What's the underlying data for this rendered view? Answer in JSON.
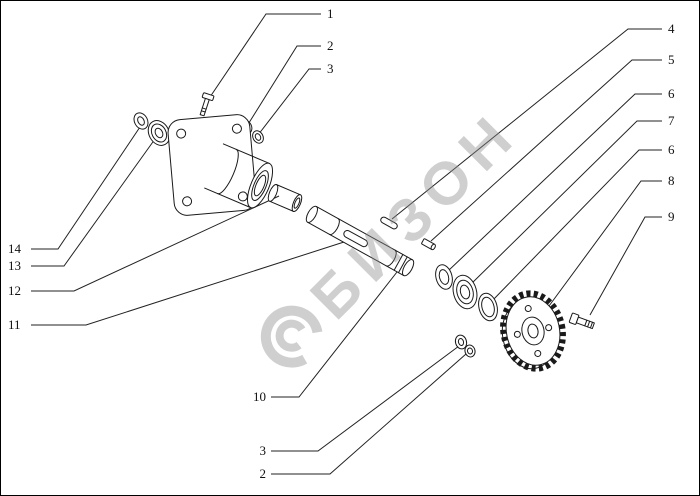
{
  "watermark": {
    "text": "БИЗОН",
    "color": "#8e8e8e"
  },
  "callouts": {
    "top": [
      "1",
      "2",
      "3"
    ],
    "right": [
      "4",
      "5",
      "6",
      "7",
      "6",
      "8",
      "9"
    ],
    "left": [
      "14",
      "13",
      "12",
      "11"
    ],
    "bottom": [
      "10",
      "3",
      "2"
    ]
  },
  "colors": {
    "line": "#1a1a1a",
    "background": "#ffffff"
  }
}
